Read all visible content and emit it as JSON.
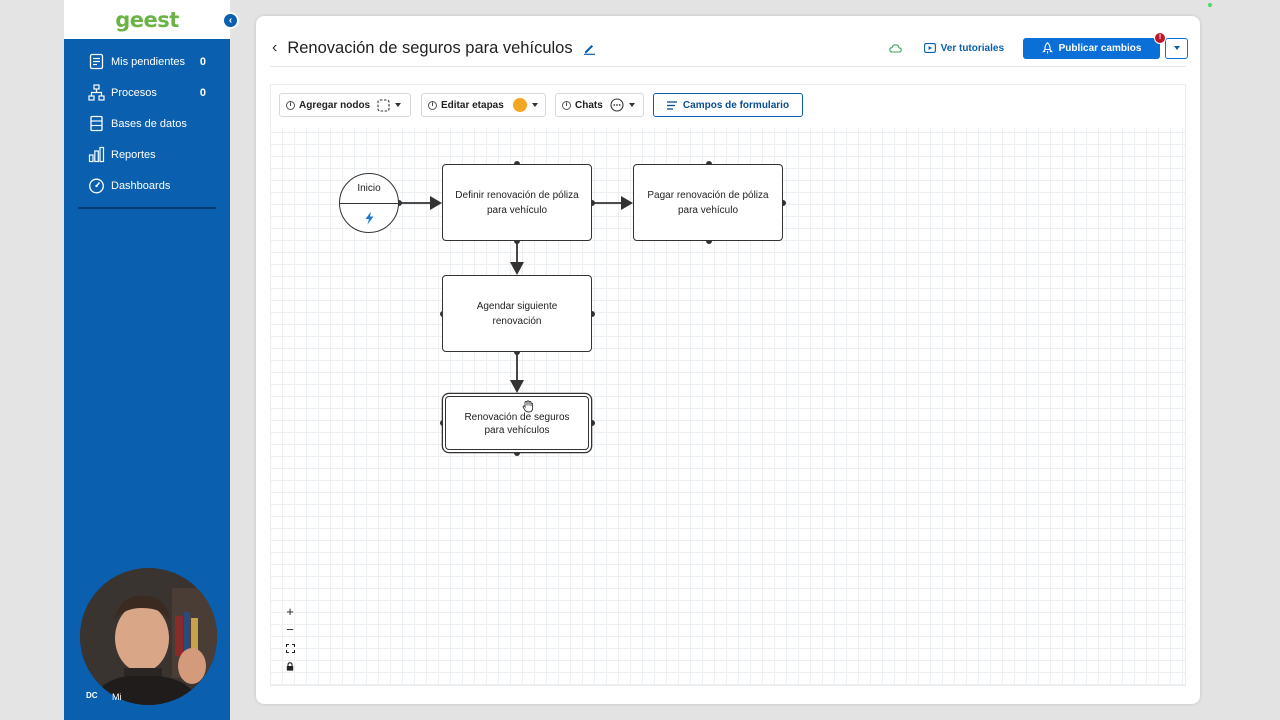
{
  "app": {
    "logo_text": "geest"
  },
  "sidebar": {
    "items": [
      {
        "label": "Mis pendientes",
        "count": "0",
        "icon": "tasks-icon"
      },
      {
        "label": "Procesos",
        "count": "0",
        "icon": "process-tree-icon"
      },
      {
        "label": "Bases de datos",
        "count": "",
        "icon": "database-icon"
      },
      {
        "label": "Reportes",
        "count": "",
        "icon": "bar-chart-icon"
      },
      {
        "label": "Dashboards",
        "count": "",
        "icon": "gauge-icon"
      }
    ],
    "user": {
      "initials": "DC",
      "name": "Mi"
    }
  },
  "header": {
    "title": "Renovación de seguros para vehículos",
    "tutorials_label": "Ver tutoriales",
    "publish_label": "Publicar cambios",
    "publish_badge": "!"
  },
  "toolbar": {
    "add_nodes": "Agregar nodos",
    "edit_stages": "Editar etapas",
    "chats": "Chats",
    "form_fields": "Campos de formulario"
  },
  "flow": {
    "start_label": "Inicio",
    "nodes": [
      {
        "id": "n1",
        "label": "Definir renovación de póliza para vehículo"
      },
      {
        "id": "n2",
        "label": "Pagar renovación de póliza para vehículo"
      },
      {
        "id": "n3",
        "label": "Agendar siguiente renovación"
      },
      {
        "id": "n4",
        "label": "Renovación de seguros para vehículos"
      }
    ]
  },
  "zoom_controls": {
    "zoom_in": "+",
    "zoom_out": "−"
  },
  "colors": {
    "brand_blue": "#0a5fae",
    "publish_blue": "#0a6fd6",
    "logo_green": "#6ab344",
    "stage_orange": "#f5a623",
    "badge_red": "#c0152a"
  }
}
